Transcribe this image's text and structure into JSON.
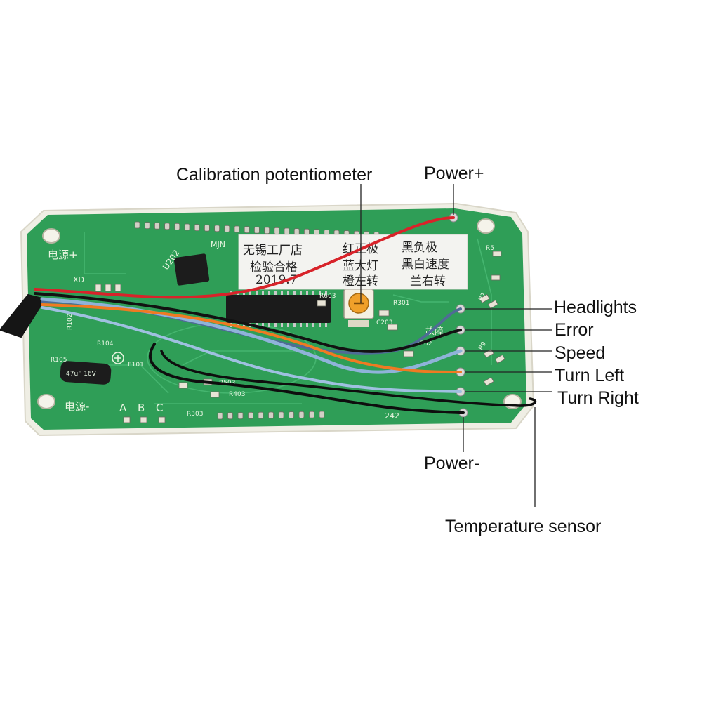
{
  "callouts": {
    "calibration": "Calibration potentiometer",
    "power_plus": "Power+",
    "headlights": "Headlights",
    "error": "Error",
    "speed": "Speed",
    "turn_left": "Turn Left",
    "turn_right": "Turn Right",
    "power_minus": "Power-",
    "temperature": "Temperature sensor"
  },
  "board": {
    "silk_power_plus": "电源+",
    "silk_power_minus": "电源-",
    "silk_a": "A",
    "silk_b": "B",
    "silk_c": "C",
    "silk_mjn": "MJN",
    "silk_u202": "U202",
    "silk_xd": "XD",
    "silk_242": "242",
    "silk_fault": "故障",
    "silk_r5": "R5",
    "silk_r7": "R7",
    "silk_r9": "R9",
    "silk_r105": "R105",
    "silk_r104": "R104",
    "silk_r102": "R102",
    "silk_r603": "R603",
    "silk_r301": "R301",
    "silk_r202": "R202",
    "silk_r503": "R503",
    "silk_r403": "R403",
    "silk_r303": "R303",
    "silk_e101": "E101",
    "silk_c203": "C203",
    "cap_text": "47uF 16V"
  },
  "sticker": {
    "row1_left": "无锡工厂店",
    "row1_mid": "红正极",
    "row1_right": "黑负极",
    "row2_left": "检验合格",
    "row2_mid": "蓝大灯",
    "row2_right": "黑白速度",
    "row3_left": "2019.7",
    "row3_mid": "橙左转",
    "row3_right": "兰右转"
  },
  "colors": {
    "pcb": "#2f9e57",
    "pcb_edge": "#f2f0e6",
    "wire_red": "#d8232a",
    "wire_orange": "#f07a22",
    "wire_blue": "#8fb3d9",
    "wire_slate": "#4f6b96",
    "wire_black": "#111111"
  }
}
